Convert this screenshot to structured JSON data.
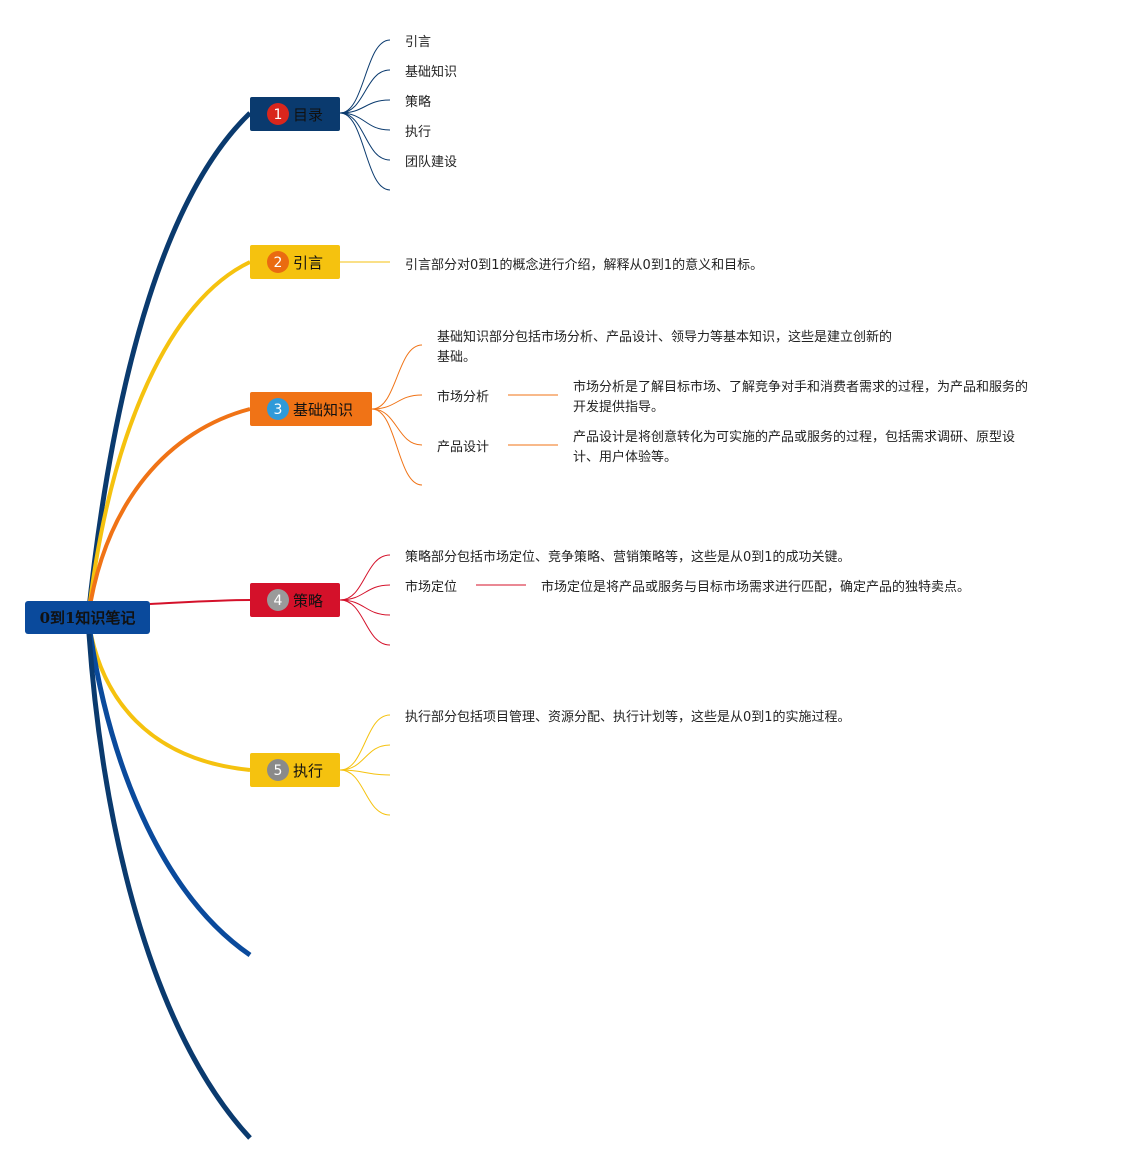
{
  "root": {
    "label": "0到1知识笔记",
    "color": "#0a4a9c"
  },
  "branches": [
    {
      "id": "mulu",
      "num": "1",
      "label": "目录",
      "color": "#0a3a6e",
      "badge_color": "#d9261c",
      "children": [
        "引言",
        "基础知识",
        "策略",
        "执行",
        "团队建设"
      ]
    },
    {
      "id": "yinyan",
      "num": "2",
      "label": "引言",
      "color": "#f5c20f",
      "badge_color": "#ea6b10",
      "desc": "引言部分对0到1的概念进行介绍，解释从0到1的意义和目标。"
    },
    {
      "id": "jichu",
      "num": "3",
      "label": "基础知识",
      "color": "#f07316",
      "badge_color": "#2f9ad9",
      "desc_lines": [
        "基础知识部分包括市场分析、产品设计、领导力等基本知识，这些是建立创新的",
        "基础。"
      ],
      "subs": [
        {
          "label": "市场分析",
          "desc_lines": [
            "市场分析是了解目标市场、了解竞争对手和消费者需求的过程，为产品和服务的",
            "开发提供指导。"
          ]
        },
        {
          "label": "产品设计",
          "desc_lines": [
            "产品设计是将创意转化为可实施的产品或服务的过程，包括需求调研、原型设",
            "计、用户体验等。"
          ]
        }
      ]
    },
    {
      "id": "celue",
      "num": "4",
      "label": "策略",
      "color": "#d4112a",
      "badge_color": "#9a9a9a",
      "desc": "策略部分包括市场定位、竞争策略、营销策略等，这些是从0到1的成功关键。",
      "subs": [
        {
          "label": "市场定位",
          "desc": "市场定位是将产品或服务与目标市场需求进行匹配，确定产品的独特卖点。"
        }
      ]
    },
    {
      "id": "zhixing",
      "num": "5",
      "label": "执行",
      "color": "#f5c20f",
      "badge_color": "#8a8a8a",
      "desc": "执行部分包括项目管理、资源分配、执行计划等，这些是从0到1的实施过程。"
    }
  ],
  "extra_branch_colors": [
    "#0a4a9c",
    "#0a3a6e"
  ]
}
